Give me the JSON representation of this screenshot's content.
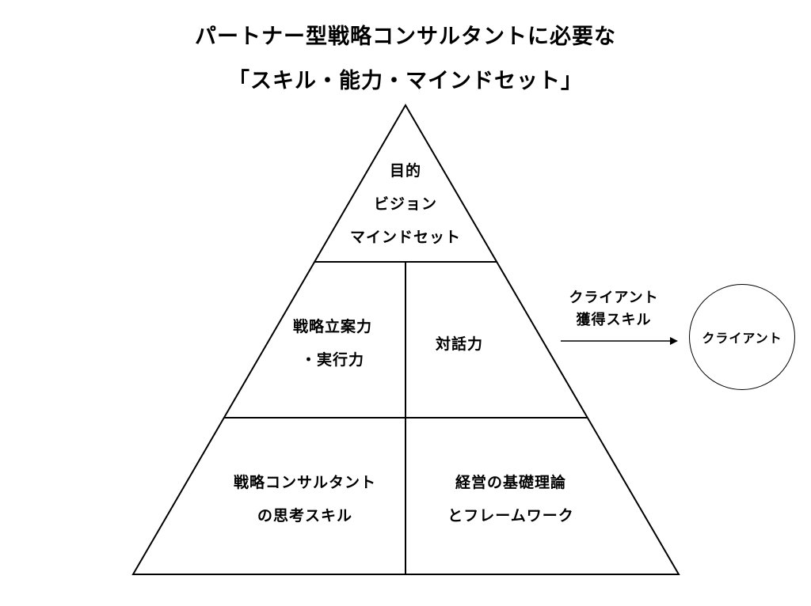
{
  "title": {
    "line1": "パートナー型戦略コンサルタントに必要な",
    "line2": "「スキル・能力・マインドセット」"
  },
  "pyramid": {
    "top": {
      "lines": [
        "目的",
        "ビジョン",
        "マインドセット"
      ]
    },
    "middle_left": {
      "lines": [
        "戦略立案力",
        "・実行力"
      ]
    },
    "middle_right": {
      "lines": [
        "対話力"
      ]
    },
    "bottom_left": {
      "lines": [
        "戦略コンサルタント",
        "の思考スキル"
      ]
    },
    "bottom_right": {
      "lines": [
        "経営の基礎理論",
        "とフレームワーク"
      ]
    }
  },
  "arrow": {
    "label_lines": [
      "クライアント",
      "獲得スキル"
    ]
  },
  "client": {
    "label": "クライアント"
  }
}
